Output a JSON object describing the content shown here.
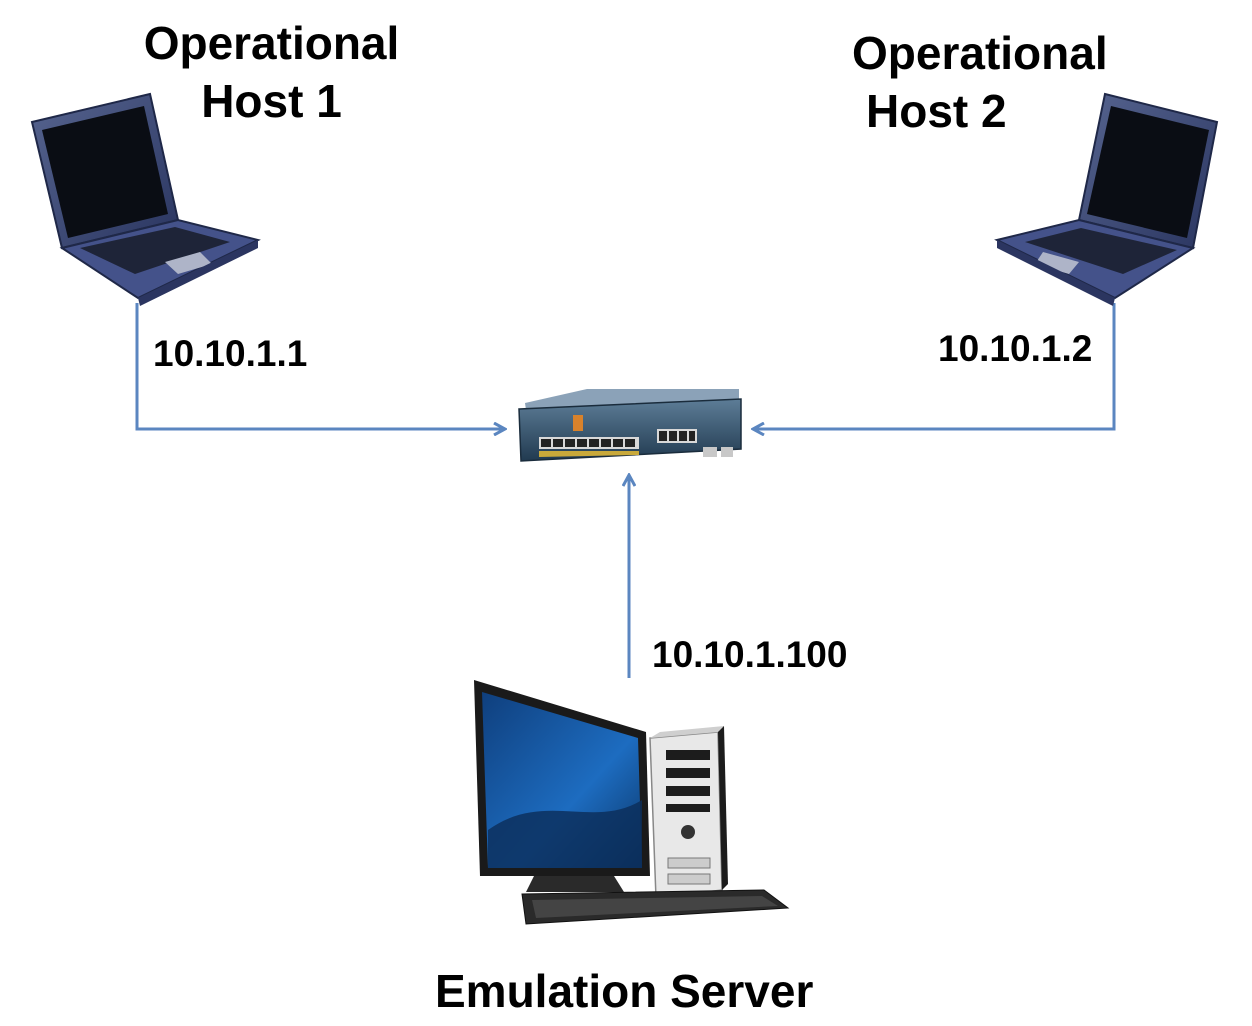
{
  "nodes": {
    "host1": {
      "title_line1": "Operational",
      "title_line2": "Host 1",
      "ip": "10.10.1.1",
      "icon": "laptop-icon"
    },
    "host2": {
      "title_line1": "Operational",
      "title_line2": "Host 2",
      "ip": "10.10.1.2",
      "icon": "laptop-icon"
    },
    "router": {
      "icon": "router-icon"
    },
    "server": {
      "title": "Emulation Server",
      "ip": "10.10.1.100",
      "icon": "desktop-computer-icon"
    }
  },
  "edges": [
    {
      "from": "host1",
      "to": "router"
    },
    {
      "from": "host2",
      "to": "router"
    },
    {
      "from": "server",
      "to": "router"
    }
  ],
  "colors": {
    "connector": "#5b86c0",
    "laptop_body": "#3a4a7a",
    "router_body": "#2d4a63",
    "monitor_screen": "#1d5fa8",
    "text": "#000000"
  }
}
